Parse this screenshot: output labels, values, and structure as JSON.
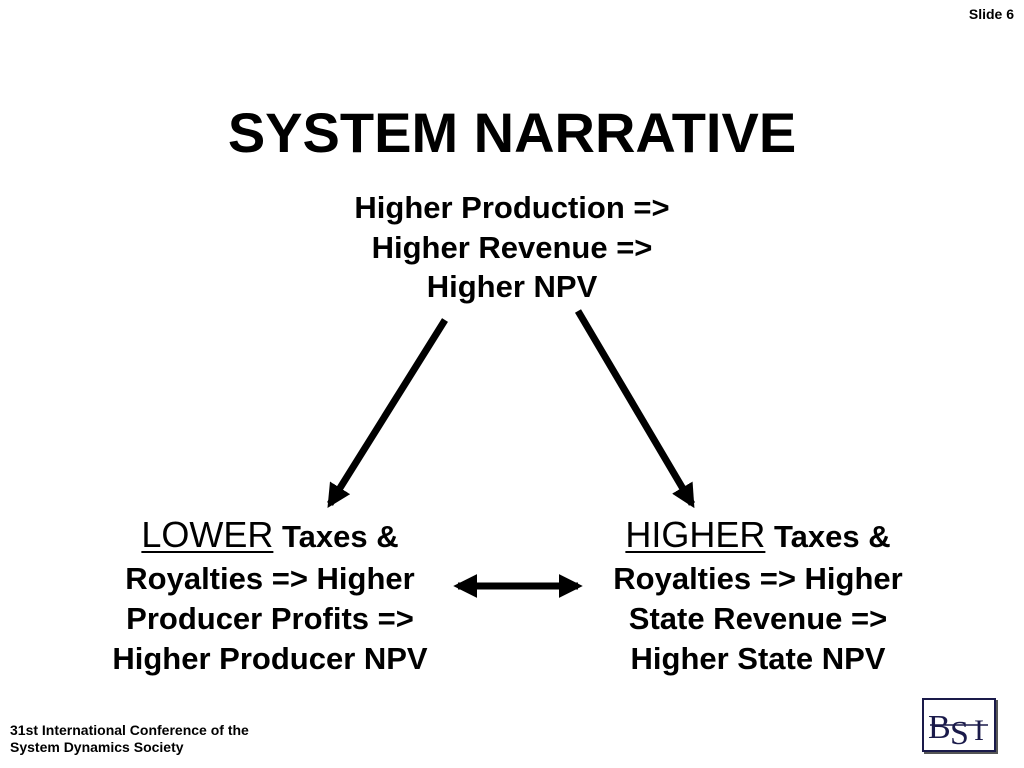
{
  "slide_number": "Slide 6",
  "title": "SYSTEM NARRATIVE",
  "nodes": {
    "top": {
      "lines": [
        "Higher Production =>",
        "Higher Revenue =>",
        "Higher NPV"
      ]
    },
    "left": {
      "emphasis": "LOWER",
      "first_line_rest": " Taxes &",
      "lines": [
        "Royalties => Higher",
        "Producer Profits =>",
        "Higher Producer NPV"
      ]
    },
    "right": {
      "emphasis": "HIGHER",
      "first_line_rest": " Taxes &",
      "lines": [
        "Royalties => Higher",
        "State Revenue =>",
        "Higher State NPV"
      ]
    }
  },
  "footer": {
    "line1": "31st International Conference of the",
    "line2": "System Dynamics Society"
  },
  "logo": {
    "text": "BSI",
    "color": "#1a1a4a"
  }
}
